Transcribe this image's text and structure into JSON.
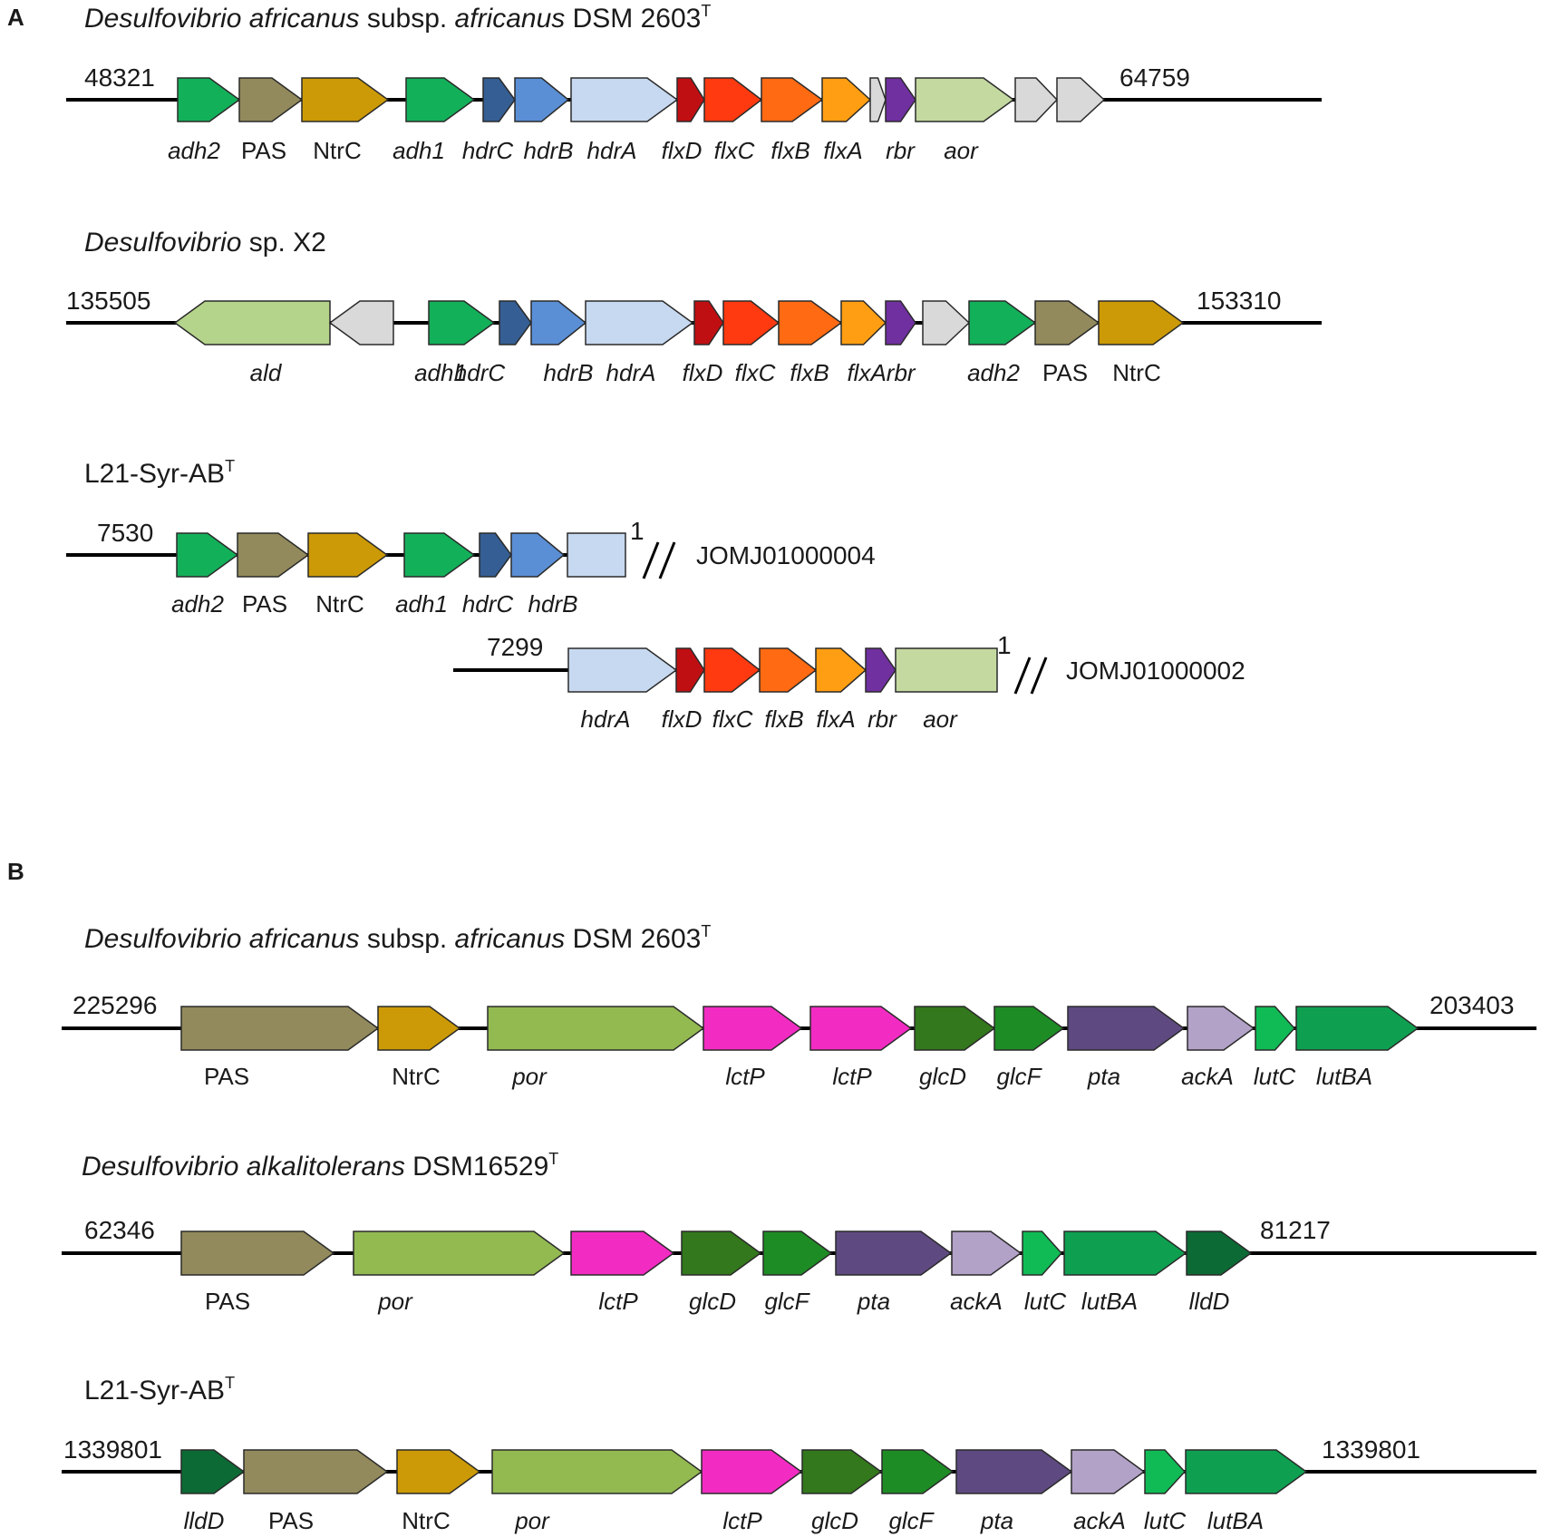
{
  "colors": {
    "adh": "#13b05a",
    "PAS": "#928a5c",
    "NtrC": "#cc9a06",
    "hdrC": "#355f94",
    "hdrB": "#5a8fd6",
    "hdrA": "#c7d9f0",
    "flxD": "#c00f12",
    "flxC": "#ff3a10",
    "flxB": "#ff6a12",
    "flxA": "#ff9e12",
    "rbr": "#7030a0",
    "aor": "#c4d9a0",
    "ald": "#b5d48b",
    "hypothetical": "#d9d9d9",
    "por": "#93b951",
    "lctP": "#f22cc3",
    "glcD": "#33781c",
    "glcF": "#1e8c25",
    "pta": "#5e4a80",
    "ackA": "#b3a2c8",
    "lutC": "#10bb55",
    "lutBA": "#0ea050",
    "lldD": "#0c6a35"
  },
  "panels": [
    {
      "letter": "A",
      "tracks": [
        {
          "title": [
            {
              "text": "Desulfovibrio africanus",
              "italic": true
            },
            {
              "text": " subsp. ",
              "italic": false
            },
            {
              "text": "africanus",
              "italic": true
            },
            {
              "text": " DSM 2603",
              "italic": false
            },
            {
              "text": "T",
              "sup": true
            }
          ],
          "left_coord": "48321",
          "right_coord": "64759",
          "genes": [
            {
              "label": "adh2",
              "italic": true,
              "color": "adh",
              "dir": "+"
            },
            {
              "label": "PAS",
              "italic": false,
              "color": "PAS",
              "dir": "+"
            },
            {
              "label": "NtrC",
              "italic": false,
              "color": "NtrC",
              "dir": "+"
            },
            {
              "label": "adh1",
              "italic": true,
              "color": "adh",
              "dir": "+"
            },
            {
              "label": "hdrC",
              "italic": true,
              "color": "hdrC",
              "dir": "+"
            },
            {
              "label": "hdrB",
              "italic": true,
              "color": "hdrB",
              "dir": "+"
            },
            {
              "label": "hdrA",
              "italic": true,
              "color": "hdrA",
              "dir": "+"
            },
            {
              "label": "flxD",
              "italic": true,
              "color": "flxD",
              "dir": "+"
            },
            {
              "label": "flxC",
              "italic": true,
              "color": "flxC",
              "dir": "+"
            },
            {
              "label": "flxB",
              "italic": true,
              "color": "flxB",
              "dir": "+"
            },
            {
              "label": "flxA",
              "italic": true,
              "color": "flxA",
              "dir": "+"
            },
            {
              "label": "",
              "italic": false,
              "color": "hypothetical",
              "dir": "+"
            },
            {
              "label": "rbr",
              "italic": true,
              "color": "rbr",
              "dir": "+"
            },
            {
              "label": "aor",
              "italic": true,
              "color": "aor",
              "dir": "+"
            },
            {
              "label": "",
              "italic": false,
              "color": "hypothetical",
              "dir": "+"
            },
            {
              "label": "",
              "italic": false,
              "color": "hypothetical",
              "dir": "+"
            }
          ]
        },
        {
          "title": [
            {
              "text": "Desulfovibrio",
              "italic": true
            },
            {
              "text": " sp. X2",
              "italic": false
            }
          ],
          "left_coord": "135505",
          "right_coord": "153310",
          "genes": [
            {
              "label": "ald",
              "italic": true,
              "color": "ald",
              "dir": "-"
            },
            {
              "label": "",
              "italic": false,
              "color": "hypothetical",
              "dir": "-"
            },
            {
              "label": "adh1",
              "italic": true,
              "color": "adh",
              "dir": "+"
            },
            {
              "label": "hdrC",
              "italic": true,
              "color": "hdrC",
              "dir": "+"
            },
            {
              "label": "hdrB",
              "italic": true,
              "color": "hdrB",
              "dir": "+"
            },
            {
              "label": "hdrA",
              "italic": true,
              "color": "hdrA",
              "dir": "+"
            },
            {
              "label": "flxD",
              "italic": true,
              "color": "flxD",
              "dir": "+"
            },
            {
              "label": "flxC",
              "italic": true,
              "color": "flxC",
              "dir": "+"
            },
            {
              "label": "flxB",
              "italic": true,
              "color": "flxB",
              "dir": "+"
            },
            {
              "label": "flxArbr",
              "italic": true,
              "color": "flxA",
              "dir": "+"
            },
            {
              "label": "",
              "italic": false,
              "color": "rbr",
              "dir": "+"
            },
            {
              "label": "",
              "italic": false,
              "color": "hypothetical",
              "dir": "+"
            },
            {
              "label": "adh2",
              "italic": true,
              "color": "adh",
              "dir": "+"
            },
            {
              "label": "PAS",
              "italic": false,
              "color": "PAS",
              "dir": "+"
            },
            {
              "label": "NtrC",
              "italic": false,
              "color": "NtrC",
              "dir": "+"
            }
          ]
        },
        {
          "title": [
            {
              "text": "L21-Syr-AB",
              "italic": false
            },
            {
              "text": "T",
              "sup": true
            }
          ],
          "left_coord": "7530",
          "right_coord": "",
          "end_mark": "1",
          "contig": "JOMJ01000004",
          "genes": [
            {
              "label": "adh2",
              "italic": true,
              "color": "adh",
              "dir": "+"
            },
            {
              "label": "PAS",
              "italic": false,
              "color": "PAS",
              "dir": "+"
            },
            {
              "label": "NtrC",
              "italic": false,
              "color": "NtrC",
              "dir": "+"
            },
            {
              "label": "adh1",
              "italic": true,
              "color": "adh",
              "dir": "+"
            },
            {
              "label": "hdrC",
              "italic": true,
              "color": "hdrC",
              "dir": "+"
            },
            {
              "label": "hdrB",
              "italic": true,
              "color": "hdrB",
              "dir": "+"
            },
            {
              "label": "",
              "italic": false,
              "color": "hdrA",
              "dir": "cut"
            }
          ]
        },
        {
          "title": [],
          "left_coord": "7299",
          "right_coord": "",
          "end_mark": "1",
          "contig": "JOMJ01000002",
          "genes": [
            {
              "label": "hdrA",
              "italic": true,
              "color": "hdrA",
              "dir": "+"
            },
            {
              "label": "flxD",
              "italic": true,
              "color": "flxD",
              "dir": "+"
            },
            {
              "label": "flxC",
              "italic": true,
              "color": "flxC",
              "dir": "+"
            },
            {
              "label": "flxB",
              "italic": true,
              "color": "flxB",
              "dir": "+"
            },
            {
              "label": "flxA",
              "italic": true,
              "color": "flxA",
              "dir": "+"
            },
            {
              "label": "rbr",
              "italic": true,
              "color": "rbr",
              "dir": "+"
            },
            {
              "label": "aor",
              "italic": true,
              "color": "aor",
              "dir": "cut"
            }
          ]
        }
      ]
    },
    {
      "letter": "B",
      "tracks": [
        {
          "title": [
            {
              "text": "Desulfovibrio africanus",
              "italic": true
            },
            {
              "text": " subsp. ",
              "italic": false
            },
            {
              "text": "africanus",
              "italic": true
            },
            {
              "text": " DSM 2603",
              "italic": false
            },
            {
              "text": "T",
              "sup": true
            }
          ],
          "left_coord": "225296",
          "right_coord": "203403",
          "genes": [
            {
              "label": "PAS",
              "italic": false,
              "color": "PAS",
              "dir": "+"
            },
            {
              "label": "NtrC",
              "italic": false,
              "color": "NtrC",
              "dir": "+"
            },
            {
              "label": "por",
              "italic": true,
              "color": "por",
              "dir": "+"
            },
            {
              "label": "lctP",
              "italic": true,
              "color": "lctP",
              "dir": "+"
            },
            {
              "label": "lctP",
              "italic": true,
              "color": "lctP",
              "dir": "+"
            },
            {
              "label": "glcD",
              "italic": true,
              "color": "glcD",
              "dir": "+"
            },
            {
              "label": "glcF",
              "italic": true,
              "color": "glcF",
              "dir": "+"
            },
            {
              "label": "pta",
              "italic": true,
              "color": "pta",
              "dir": "+"
            },
            {
              "label": "ackA",
              "italic": true,
              "color": "ackA",
              "dir": "+"
            },
            {
              "label": "lutC",
              "italic": true,
              "color": "lutC",
              "dir": "+"
            },
            {
              "label": "lutBA",
              "italic": true,
              "color": "lutBA",
              "dir": "+"
            }
          ]
        },
        {
          "title": [
            {
              "text": "Desulfovibrio alkalitolerans",
              "italic": true
            },
            {
              "text": " DSM16529",
              "italic": false
            },
            {
              "text": "T",
              "sup": true
            }
          ],
          "left_coord": "62346",
          "right_coord": "81217",
          "genes": [
            {
              "label": "PAS",
              "italic": false,
              "color": "PAS",
              "dir": "+"
            },
            {
              "label": "por",
              "italic": true,
              "color": "por",
              "dir": "+"
            },
            {
              "label": "lctP",
              "italic": true,
              "color": "lctP",
              "dir": "+"
            },
            {
              "label": "glcD",
              "italic": true,
              "color": "glcD",
              "dir": "+"
            },
            {
              "label": "glcF",
              "italic": true,
              "color": "glcF",
              "dir": "+"
            },
            {
              "label": "pta",
              "italic": true,
              "color": "pta",
              "dir": "+"
            },
            {
              "label": "ackA",
              "italic": true,
              "color": "ackA",
              "dir": "+"
            },
            {
              "label": "lutC",
              "italic": true,
              "color": "lutC",
              "dir": "+"
            },
            {
              "label": "lutBA",
              "italic": true,
              "color": "lutBA",
              "dir": "+"
            },
            {
              "label": "lldD",
              "italic": true,
              "color": "lldD",
              "dir": "+"
            }
          ]
        },
        {
          "title": [
            {
              "text": "L21-Syr-AB",
              "italic": false
            },
            {
              "text": "T",
              "sup": true
            }
          ],
          "left_coord": "1339801",
          "right_coord": "1339801",
          "genes": [
            {
              "label": "lldD",
              "italic": true,
              "color": "lldD",
              "dir": "+"
            },
            {
              "label": "PAS",
              "italic": false,
              "color": "PAS",
              "dir": "+"
            },
            {
              "label": "NtrC",
              "italic": false,
              "color": "NtrC",
              "dir": "+"
            },
            {
              "label": "por",
              "italic": true,
              "color": "por",
              "dir": "+"
            },
            {
              "label": "lctP",
              "italic": true,
              "color": "lctP",
              "dir": "+"
            },
            {
              "label": "glcD",
              "italic": true,
              "color": "glcD",
              "dir": "+"
            },
            {
              "label": "glcF",
              "italic": true,
              "color": "glcF",
              "dir": "+"
            },
            {
              "label": "pta",
              "italic": true,
              "color": "pta",
              "dir": "+"
            },
            {
              "label": "ackA",
              "italic": true,
              "color": "ackA",
              "dir": "+"
            },
            {
              "label": "lutC",
              "italic": true,
              "color": "lutC",
              "dir": "+"
            },
            {
              "label": "lutBA",
              "italic": true,
              "color": "lutBA",
              "dir": "+"
            }
          ]
        }
      ]
    }
  ]
}
